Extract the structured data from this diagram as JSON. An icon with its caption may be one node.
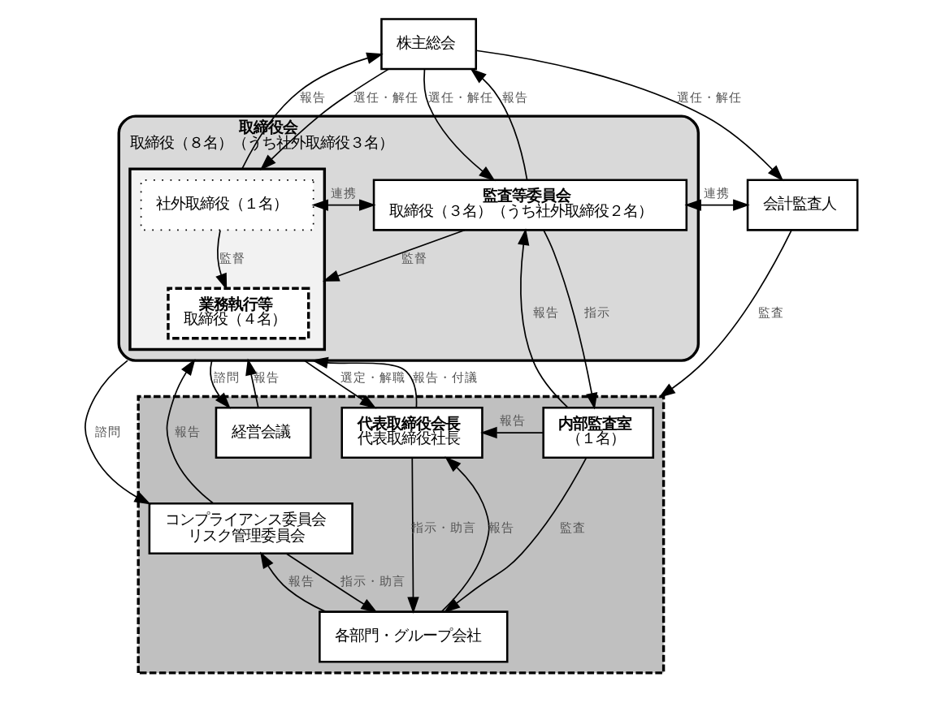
{
  "diagram": {
    "nodes": [
      {
        "text": [
          "株主総会"
        ]
      },
      {
        "text": [
          "取締役会",
          "取締役（８名）（うち社外取締役３名）"
        ]
      },
      {
        "text": [],
        "shape": "box",
        "in": 1
      },
      {
        "text": [
          "業務執行等",
          "取締役（４名）"
        ],
        "in": 2
      },
      {
        "text": [
          "監査等委員会",
          "取締役（３名）（うち社外取締役２名）"
        ],
        "in": 1
      },
      {
        "text": [
          "社外取締役（１名）"
        ],
        "in": 2
      },
      {
        "text": [
          "会計監査人"
        ]
      },
      {
        "text": [],
        "shape": "box"
      },
      {
        "text": [
          "経営会議"
        ],
        "in": 7
      },
      {
        "text": [
          "代表取締役会長",
          "代表取締役社長"
        ],
        "in": 7
      },
      {
        "text": [
          "内部監査室",
          "（１名）"
        ],
        "in": 7
      },
      {
        "text": [
          "コンプライアンス委員会",
          "リスク管理委員会"
        ],
        "in": 7
      },
      {
        "text": [
          "各部門・グループ会社"
        ],
        "in": 7
      }
    ],
    "edges": [
      {
        "from": 0,
        "to": 2,
        "arrow": "to",
        "label": "選任・解任"
      },
      {
        "from": 2,
        "to": 0,
        "arrow": "to",
        "label": "報告"
      },
      {
        "from": 0,
        "to": 4,
        "arrow": "to",
        "label": "選任・解任"
      },
      {
        "from": 4,
        "to": 0,
        "arrow": "to",
        "label": "報告"
      },
      {
        "from": 0,
        "to": 6,
        "arrow": "to",
        "label": "選任・解任"
      },
      {
        "from": 4,
        "to": 2,
        "arrow": "to",
        "label": "監督"
      },
      {
        "from": 5,
        "to": 3,
        "arrow": "to",
        "label": "監督"
      },
      {
        "from": 4,
        "to": 6,
        "arrow": "both",
        "label": "連携"
      },
      {
        "from": 4,
        "to": 10,
        "arrow": "to",
        "label": "指示"
      },
      {
        "from": 4,
        "to": 5,
        "arrow": "both",
        "label": "連携"
      },
      {
        "from": 10,
        "to": 4,
        "arrow": "to",
        "label": "報告"
      },
      {
        "from": 1,
        "to": 8,
        "arrow": "to",
        "label": "諮問"
      },
      {
        "from": 8,
        "to": 1,
        "arrow": "to",
        "label": "報告"
      },
      {
        "from": 1,
        "to": 9,
        "arrow": "to",
        "label": "選定・解職"
      },
      {
        "from": 9,
        "to": 1,
        "arrow": "to",
        "label": "報告・付議"
      },
      {
        "from": 10,
        "to": 9,
        "arrow": "to",
        "label": "報告"
      },
      {
        "from": 1,
        "to": 11,
        "arrow": "to",
        "label": "諮問"
      },
      {
        "from": 11,
        "to": 1,
        "arrow": "to",
        "label": "報告"
      },
      {
        "from": 9,
        "to": 12,
        "arrow": "to",
        "label": "指示・助言"
      },
      {
        "from": 12,
        "to": 9,
        "arrow": "to",
        "label": "報告"
      },
      {
        "from": 11,
        "to": 12,
        "arrow": "to",
        "label": "指示・助言"
      },
      {
        "from": 12,
        "to": 11,
        "arrow": "to",
        "label": "報告"
      },
      {
        "from": 10,
        "to": 12,
        "arrow": "to",
        "label": "監査"
      },
      {
        "from": 6,
        "to": 7,
        "arrow": "to",
        "label": "監査"
      }
    ]
  }
}
